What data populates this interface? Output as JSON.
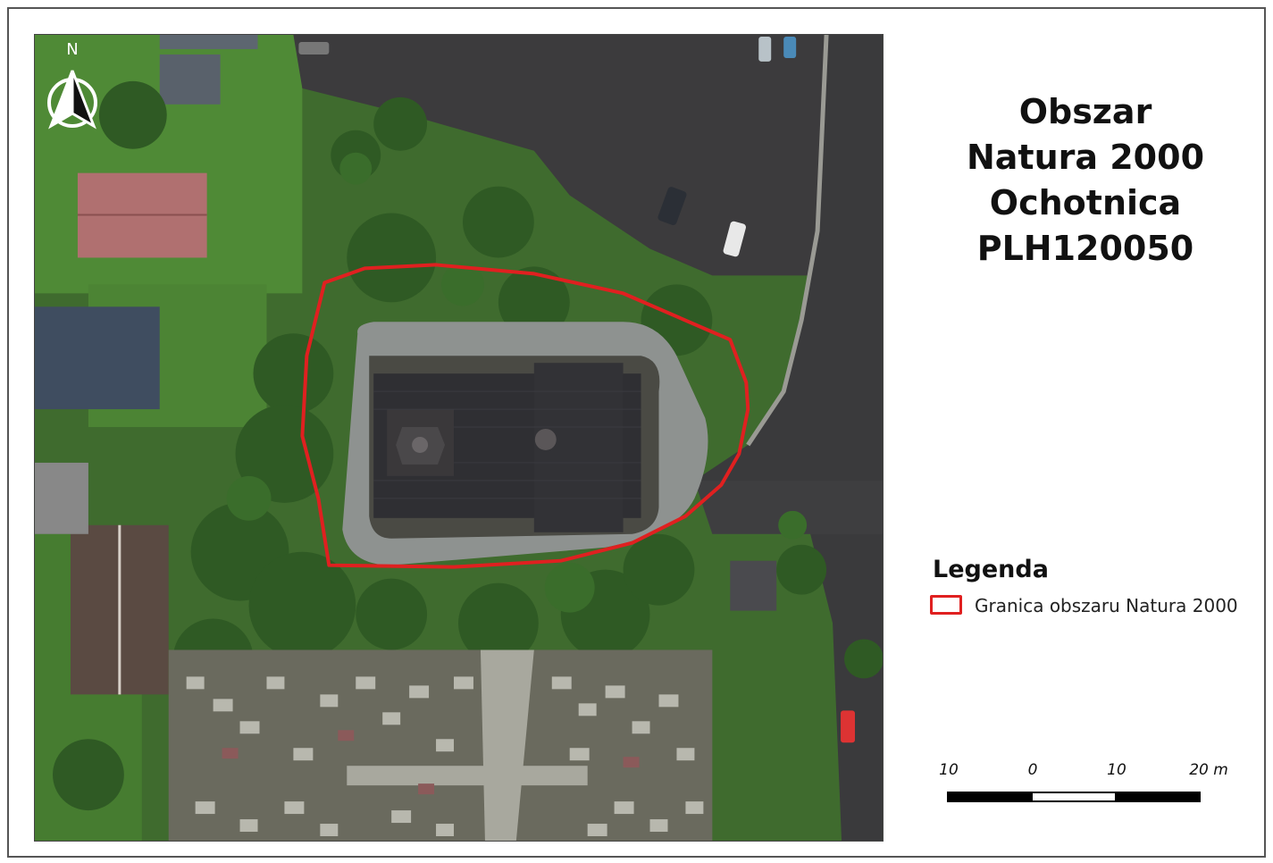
{
  "title": {
    "lines": [
      "Obszar",
      "Natura 2000",
      "Ochotnica",
      "PLH120050"
    ]
  },
  "north_arrow": {
    "label": "N",
    "icon": "north-arrow-icon"
  },
  "legend": {
    "title": "Legenda",
    "items": [
      {
        "label": "Granica obszaru Natura 2000",
        "color": "#e02020",
        "icon": "boundary-outline-swatch"
      }
    ]
  },
  "scale_bar": {
    "labels": [
      "10",
      "0",
      "10",
      "20 m"
    ]
  },
  "colors": {
    "boundary": "#e02020",
    "vegetation": "#3f6b2e",
    "roof": "#2f2f33",
    "asphalt": "#3a3a3c"
  }
}
